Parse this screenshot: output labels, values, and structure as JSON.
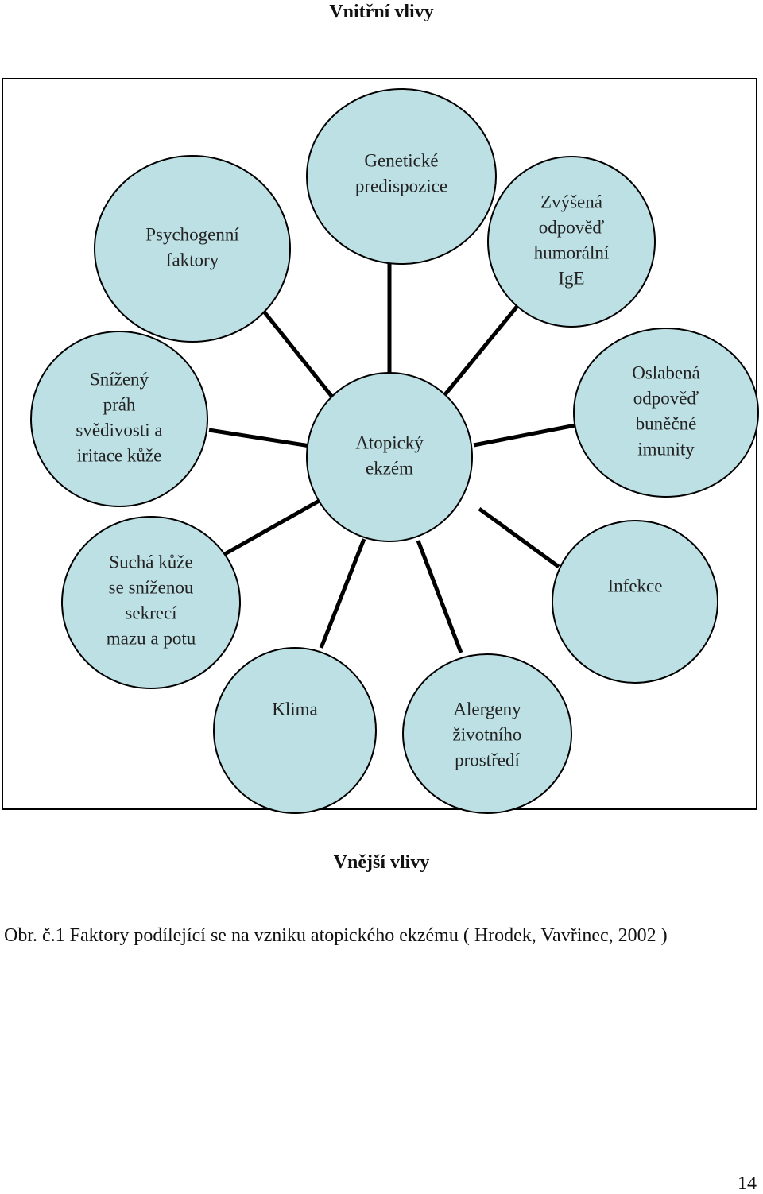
{
  "header": {
    "title": "Vnitřní vlivy"
  },
  "diagram": {
    "center": {
      "lines": [
        "Atopický",
        "ekzém"
      ]
    },
    "nodes": [
      {
        "id": "psychogenni",
        "lines": [
          "Psychogenní",
          "faktory"
        ]
      },
      {
        "id": "geneticke",
        "lines": [
          "Genetické",
          "predispozice"
        ]
      },
      {
        "id": "zvysena",
        "lines": [
          "Zvýšená",
          "odpověď",
          "humorální",
          "IgE"
        ]
      },
      {
        "id": "snizeny",
        "lines": [
          "Snížený",
          "práh",
          "svědivosti a",
          "iritace kůže"
        ]
      },
      {
        "id": "oslabena",
        "lines": [
          "Oslabená",
          "odpověď",
          "buněčné",
          "imunity"
        ]
      },
      {
        "id": "sucha",
        "lines": [
          "Suchá kůže",
          "se sníženou",
          "sekrecí",
          "mazu a potu"
        ]
      },
      {
        "id": "infekce",
        "lines": [
          "Infekce"
        ]
      },
      {
        "id": "klima",
        "lines": [
          "Klima"
        ]
      },
      {
        "id": "alergeny",
        "lines": [
          "Alergeny",
          "životního",
          "prostředí"
        ]
      }
    ],
    "fill_color": "#bde0e4",
    "stroke_color": "#000000"
  },
  "footer": {
    "title": "Vnější vlivy",
    "caption": "Obr. č.1 Faktory podílející se na vzniku atopického ekzému  ( Hrodek, Vavřinec, 2002 )",
    "page_number": "14"
  }
}
